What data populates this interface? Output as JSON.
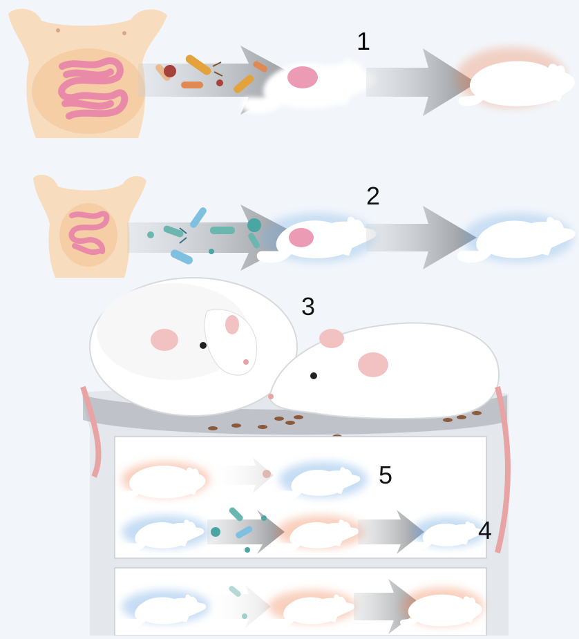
{
  "labels": {
    "step1": "1",
    "step2": "2",
    "step3": "3",
    "step4": "4",
    "step5": "5"
  },
  "colors": {
    "background": "#f2f6fb",
    "obese_glow": "#f08a5d",
    "lean_glow": "#7fb3e6",
    "arrow": "#8f9296",
    "intestine": "#e98aa8",
    "skin": "#f7dcbd",
    "obese_bacteria": "#e3a23c",
    "lean_bacteria": "#6bb7b0",
    "mouse_body": "#ffffff",
    "panel": "#ffffff"
  },
  "icons": {
    "human_torso": "torso-with-intestine",
    "mouse": "mouse-silhouette",
    "bacteria": "bacteria",
    "arrow": "right-arrow"
  }
}
